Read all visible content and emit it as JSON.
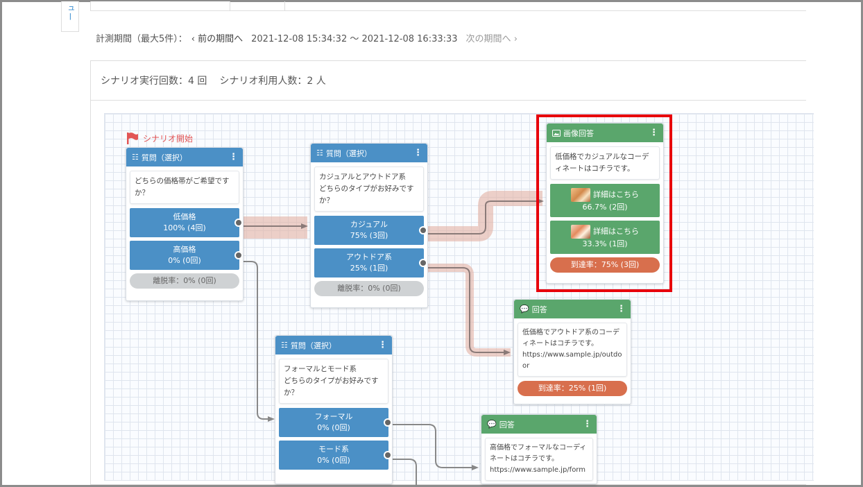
{
  "sidebar": {
    "tab_label": "ュー"
  },
  "period": {
    "label": "計測期間（最大5件）：",
    "prev": "前の期間へ",
    "range": "2021-12-08 15:34:32 ～ 2021-12-08 16:33:33",
    "next": "次の期間へ"
  },
  "summary": {
    "runs": "シナリオ実行回数：4 回",
    "users": "シナリオ利用人数：2 人"
  },
  "start_label": "シナリオ開始",
  "nodes": {
    "q1": {
      "title": "質問（選択）",
      "message": "どちらの価格帯がご希望ですか？",
      "choices": [
        {
          "label": "低価格",
          "stat": "100% (4回)"
        },
        {
          "label": "高価格",
          "stat": "0% (0回)"
        }
      ],
      "exit": "離脱率：0% (0回)"
    },
    "q2": {
      "title": "質問（選択）",
      "message": "カジュアルとアウトドア系\nどちらのタイプがお好みですか？",
      "choices": [
        {
          "label": "カジュアル",
          "stat": "75% (3回)"
        },
        {
          "label": "アウトドア系",
          "stat": "25% (1回)"
        }
      ],
      "exit": "離脱率：0% (0回)"
    },
    "q3": {
      "title": "質問（選択）",
      "message": "フォーマルとモード系\nどちらのタイプがお好みですか？",
      "choices": [
        {
          "label": "フォーマル",
          "stat": "0% (0回)"
        },
        {
          "label": "モード系",
          "stat": "0% (0回)"
        }
      ]
    },
    "img_answer": {
      "title": "画像回答",
      "message": "低価格でカジュアルなコーディネートはコチラです。",
      "links": [
        {
          "label": "詳細はこちら",
          "stat": "66.7% (2回)"
        },
        {
          "label": "詳細はこちら",
          "stat": "33.3% (1回)"
        }
      ],
      "reach": "到達率：75% (3回)"
    },
    "answer_outdoor": {
      "title": "回答",
      "message": "低価格でアウトドア系のコーディネートはコチラです。\nhttps://www.sample.jp/outdoor",
      "reach": "到達率：25% (1回)"
    },
    "answer_formal": {
      "title": "回答",
      "message": "高価格でフォーマルなコーディネートはコチラです。\nhttps://www.sample.jp/form"
    }
  },
  "colors": {
    "question_header": "#4b90c6",
    "answer_header": "#5aa66c",
    "reach_pill": "#d86f4d",
    "exit_pill": "#cfd2d4",
    "highlight": "#e8000b",
    "start_flag": "#e25555"
  },
  "icons": {
    "question": "list-icon",
    "image_answer": "image-icon",
    "answer": "speech-bubble-icon",
    "menu": "kebab-icon",
    "start": "flag-icon"
  }
}
